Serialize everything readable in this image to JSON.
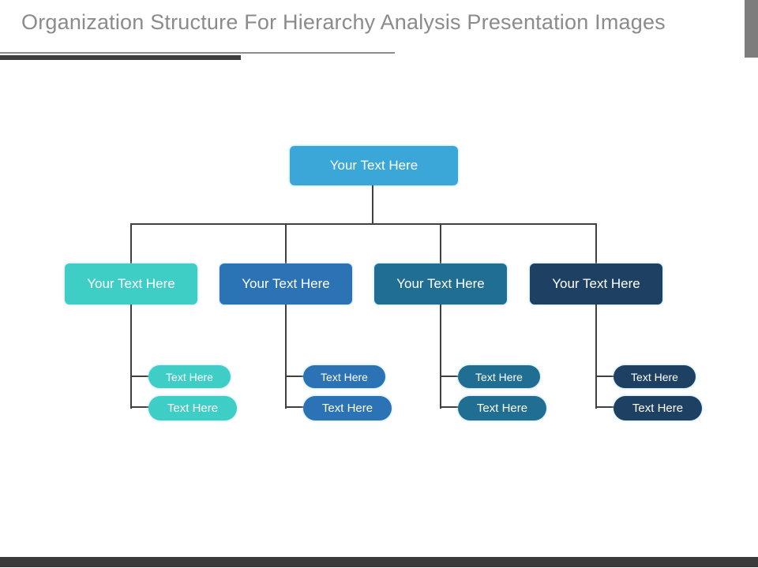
{
  "slide": {
    "title": "Organization Structure For Hierarchy Analysis Presentation Images",
    "title_color": "#8b8b8b",
    "thin_rule_color": "#8c8c8c",
    "accent_bar_color": "#3f3f3f",
    "corner_bar_color": "#7d7d7d",
    "bottom_bar_color": "#3b3b3b"
  },
  "chart_data": {
    "type": "org-chart",
    "connector_color": "#404040",
    "root": {
      "label": "Your Text Here",
      "color": "#3BA7D9"
    },
    "branches": [
      {
        "label": "Your Text Here",
        "color": "#3FCEC6",
        "children": [
          "Text Here",
          "Text Here"
        ]
      },
      {
        "label": "Your Text Here",
        "color": "#2B73B5",
        "children": [
          "Text Here",
          "Text Here"
        ]
      },
      {
        "label": "Your Text Here",
        "color": "#206E91",
        "children": [
          "Text Here",
          "Text Here"
        ]
      },
      {
        "label": "Your Text Here",
        "color": "#1E4163",
        "children": [
          "Text Here",
          "Text Here"
        ]
      }
    ]
  }
}
